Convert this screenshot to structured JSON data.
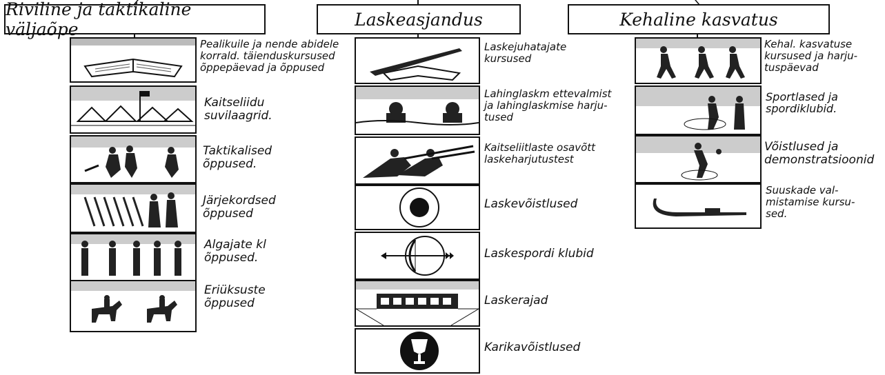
{
  "headers": {
    "drill": "Riviline ja taktikaline väljaõpe",
    "shooting": "Laskeasjandus",
    "physical": "Kehaline kasvatus"
  },
  "drill_items": [
    {
      "icon": "book-icon",
      "caption": [
        "Pealikuile ja nende abidele",
        "korrald. täienduskursused",
        "õppepäevad ja õppused"
      ]
    },
    {
      "icon": "camp-tents-icon",
      "caption": [
        "Kaitseliidu",
        "suvilaagrid."
      ]
    },
    {
      "icon": "tactical-soldiers-icon",
      "caption": [
        "Taktikalised",
        "õppused."
      ]
    },
    {
      "icon": "marching-column-icon",
      "caption": [
        "Järjekordsed",
        "õppused"
      ]
    },
    {
      "icon": "beginner-soldiers-icon",
      "caption": [
        "Algajate kl",
        "õppused."
      ]
    },
    {
      "icon": "cavalry-icon",
      "caption": [
        "Eriüksuste",
        "õppused"
      ]
    }
  ],
  "shooting_items": [
    {
      "icon": "rifle-book-icon",
      "caption": [
        "Laskejuhatajate",
        "kursused"
      ]
    },
    {
      "icon": "soldiers-trench-icon",
      "caption": [
        "Lahinglaskm ettevalmist",
        "ja lahinglaskmise harju-",
        "tused"
      ]
    },
    {
      "icon": "prone-shooters-icon",
      "caption": [
        "Kaitseliitlaste osavõtt",
        "laskeharjutustest"
      ]
    },
    {
      "icon": "target-icon",
      "caption": [
        "Laskevõistlused"
      ]
    },
    {
      "icon": "bow-arrow-icon",
      "caption": [
        "Laskespordi klubid"
      ]
    },
    {
      "icon": "shooting-range-icon",
      "caption": [
        "Laskerajad"
      ]
    },
    {
      "icon": "trophy-cup-icon",
      "caption": [
        "Karikavõistlused"
      ]
    }
  ],
  "physical_items": [
    {
      "icon": "runners-icon",
      "caption": [
        "Kehal. kasvatuse",
        "kursused ja harju-",
        "tuspäevad"
      ]
    },
    {
      "icon": "athletes-icon",
      "caption": [
        "Sportlased ja",
        "spordiklubid."
      ]
    },
    {
      "icon": "discus-thrower-icon",
      "caption": [
        "Võistlused ja",
        "demonstratsioonid"
      ]
    },
    {
      "icon": "ski-icon",
      "caption": [
        "Suuskade val-",
        "mistamise kursu-",
        "sed."
      ]
    }
  ]
}
